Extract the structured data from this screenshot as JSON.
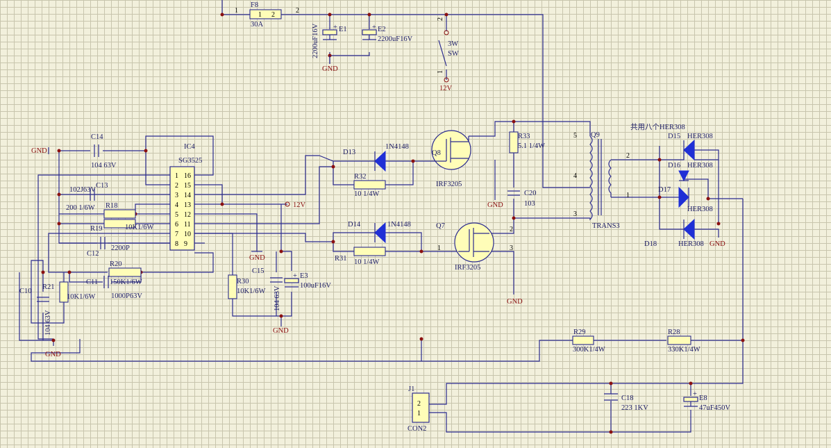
{
  "fuse": {
    "ref": "F8",
    "value": "30A",
    "pin1": "1",
    "pin2": "2",
    "wire_left": "1",
    "wire_right": "2"
  },
  "e1": {
    "ref": "E1",
    "value": "2200uF16V"
  },
  "e2": {
    "ref": "E2",
    "value": "2200uF16V"
  },
  "gnd_label": "GND",
  "plus": "+",
  "switch": {
    "line1": "3W",
    "line2": "SW",
    "pin_top": "2",
    "pin_bottom": "1"
  },
  "v12": "12V",
  "c14": {
    "ref": "C14",
    "value": "104 63V"
  },
  "ic4": {
    "ref": "IC4",
    "part": "SG3525",
    "left_pins": [
      "1",
      "2",
      "3",
      "4",
      "5",
      "6",
      "7",
      "8"
    ],
    "right_pins": [
      "16",
      "15",
      "14",
      "13",
      "12",
      "11",
      "10",
      "9"
    ]
  },
  "c13": {
    "ref": "C13",
    "value": "102J63V"
  },
  "r18": {
    "ref": "R18",
    "value": "200 1/6W"
  },
  "r19": {
    "ref": "R19",
    "value": "10K1/6W"
  },
  "c12": {
    "ref": "C12",
    "value": "2200P"
  },
  "r20": {
    "ref": "R20",
    "value": "150K1/6W"
  },
  "c11": {
    "ref": "C11",
    "value": "1000P63V"
  },
  "c10": {
    "ref": "C10",
    "value": "104 63V"
  },
  "r21": {
    "ref": "R21",
    "value": "10K1/6W"
  },
  "r30": {
    "ref": "R30",
    "value": "10K1/6W"
  },
  "c15": {
    "ref": "C15",
    "value": "104 63V"
  },
  "e3": {
    "ref": "E3",
    "value": "100uF16V"
  },
  "d13": {
    "ref": "D13",
    "value": "1N4148"
  },
  "r32": {
    "ref": "R32",
    "value": "10 1/4W"
  },
  "d14": {
    "ref": "D14",
    "value": "1N4148"
  },
  "r31": {
    "ref": "R31",
    "value": "10 1/4W"
  },
  "q8": {
    "ref": "Q8",
    "value": "IRF3205"
  },
  "q7": {
    "ref": "Q7",
    "value": "IRF3205",
    "pin1": "1",
    "pin2": "2",
    "pin3": "3"
  },
  "r33": {
    "ref": "R33",
    "value": "5.1 1/4W"
  },
  "c20": {
    "ref": "C20",
    "value": "103"
  },
  "q9": {
    "ref": "Q9",
    "part": "TRANS3",
    "pin5": "5",
    "pin4": "4",
    "pin3": "3",
    "pin2": "2",
    "pin1": "1"
  },
  "note": "共用八个HER308",
  "d15": {
    "ref": "D15",
    "value": "HER308"
  },
  "d16": {
    "ref": "D16",
    "value": "HER308"
  },
  "d17": {
    "ref": "D17",
    "value": "HER308"
  },
  "d18": {
    "ref": "D18",
    "value": "HER308"
  },
  "r29": {
    "ref": "R29",
    "value": "300K1/4W"
  },
  "r28": {
    "ref": "R28",
    "value": "330K1/4W"
  },
  "j1": {
    "ref": "J1",
    "part": "CON2",
    "pin2": "2",
    "pin1": "1"
  },
  "c18": {
    "ref": "C18",
    "value": "223 1KV"
  },
  "e8": {
    "ref": "E8",
    "value": "47uF450V"
  }
}
